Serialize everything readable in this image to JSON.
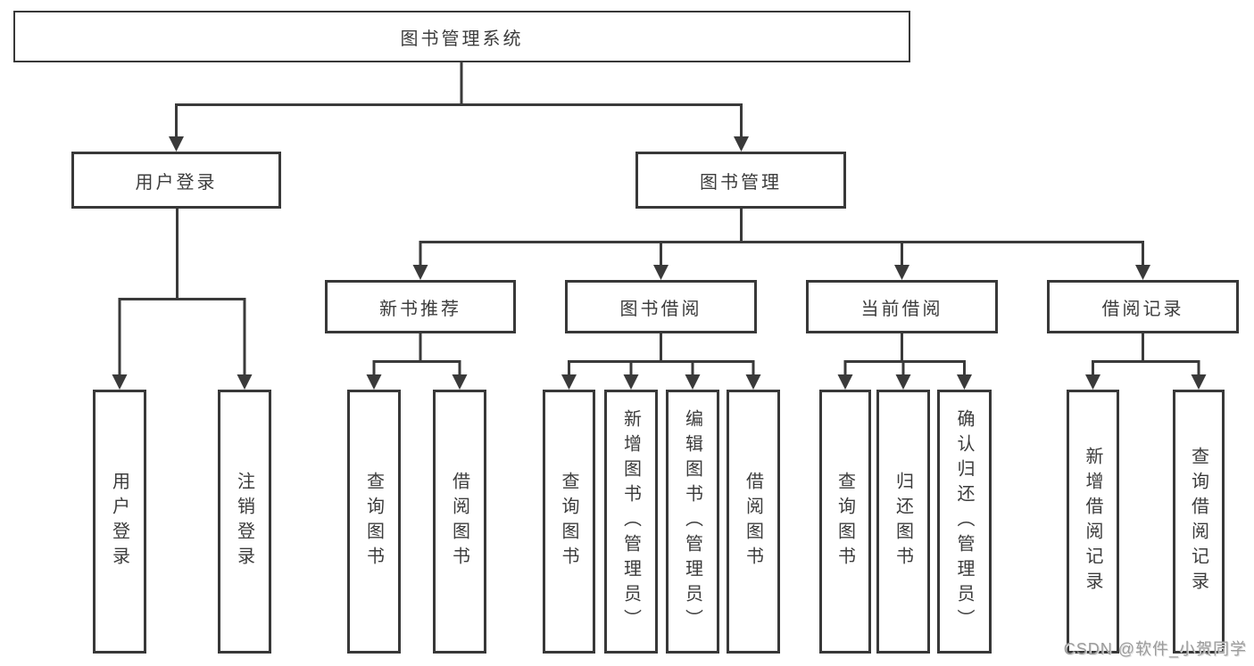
{
  "tree": {
    "label": "图书管理系统",
    "children": [
      {
        "label": "用户登录",
        "children": [
          {
            "label": "用户登录"
          },
          {
            "label": "注销登录"
          }
        ]
      },
      {
        "label": "图书管理",
        "children": [
          {
            "label": "新书推荐",
            "children": [
              {
                "label": "查询图书"
              },
              {
                "label": "借阅图书"
              }
            ]
          },
          {
            "label": "图书借阅",
            "children": [
              {
                "label": "查询图书"
              },
              {
                "label": "新增图书（管理员）"
              },
              {
                "label": "编辑图书（管理员）"
              },
              {
                "label": "借阅图书"
              }
            ]
          },
          {
            "label": "当前借阅",
            "children": [
              {
                "label": "查询图书"
              },
              {
                "label": "归还图书"
              },
              {
                "label": "确认归还（管理员）"
              }
            ]
          },
          {
            "label": "借阅记录",
            "children": [
              {
                "label": "新增借阅记录"
              },
              {
                "label": "查询借阅记录"
              }
            ]
          }
        ]
      }
    ]
  },
  "watermark": {
    "text": "CSDN @软件_小贺同学"
  },
  "colors": {
    "background": "#ffffff",
    "box_border": "#383838",
    "line": "#3a3a3a",
    "text": "#3c3c3c",
    "watermark": "#9c9c9c"
  }
}
